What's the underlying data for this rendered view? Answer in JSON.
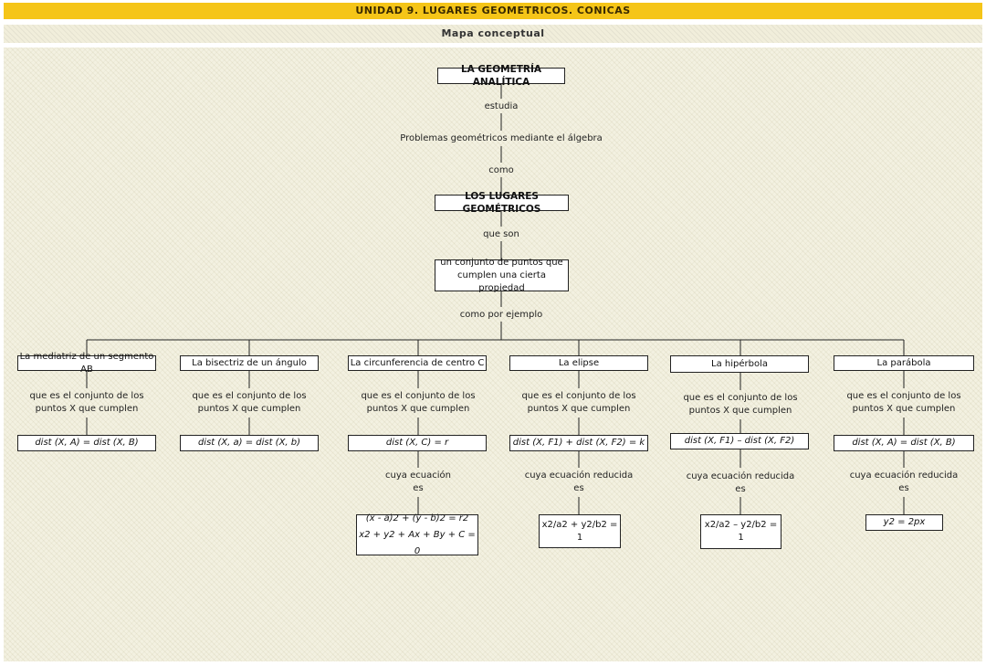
{
  "header": {
    "unit_title": "UNIDAD 9. LUGARES GEOMETRICOS. CONICAS",
    "subtitle": "Mapa conceptual"
  },
  "map": {
    "top": "LA GEOMETRÍA ANALÍTICA",
    "link_studies": "estudia",
    "problems": "Problemas geométricos mediante el álgebra",
    "link_as": "como",
    "loci": "LOS LUGARES GEOMÉTRICOS",
    "link_which_are": "que son",
    "definition_line1": "un conjunto de puntos que",
    "definition_line2": "cumplen una cierta propiedad",
    "link_for_example": "como por ejemplo",
    "condition_line1": "que es el conjunto de los",
    "condition_line2": "puntos X que cumplen",
    "branches": [
      {
        "name": "La mediatriz de un segmento AB",
        "property": "dist (X, A) = dist (X, B)"
      },
      {
        "name": "La bisectriz de un ángulo",
        "property": "dist (X, a) = dist (X, b)"
      },
      {
        "name": "La circunferencia de centro C",
        "property": "dist (X, C) = r",
        "eq_link1": "cuya ecuación",
        "eq_link2": "es",
        "equation_line1": "(x - a)2 + (y - b)2 = r2",
        "equation_line2": "x2 + y2 + Ax + By + C = 0"
      },
      {
        "name": "La elipse",
        "property": "dist (X, F1) + dist (X, F2) = k",
        "eq_link1": "cuya ecuación reducida",
        "eq_link2": "es",
        "equation": "x2/a2 + y2/b2 = 1"
      },
      {
        "name": "La hipérbola",
        "property": "dist (X, F1) – dist (X, F2)",
        "eq_link1": "cuya ecuación reducida",
        "eq_link2": "es",
        "equation": "x2/a2 – y2/b2 = 1"
      },
      {
        "name": "La parábola",
        "property": "dist (X, A) = dist (X, B)",
        "eq_link1": "cuya ecuación reducida",
        "eq_link2": "es",
        "equation": "y2 = 2px"
      }
    ]
  }
}
